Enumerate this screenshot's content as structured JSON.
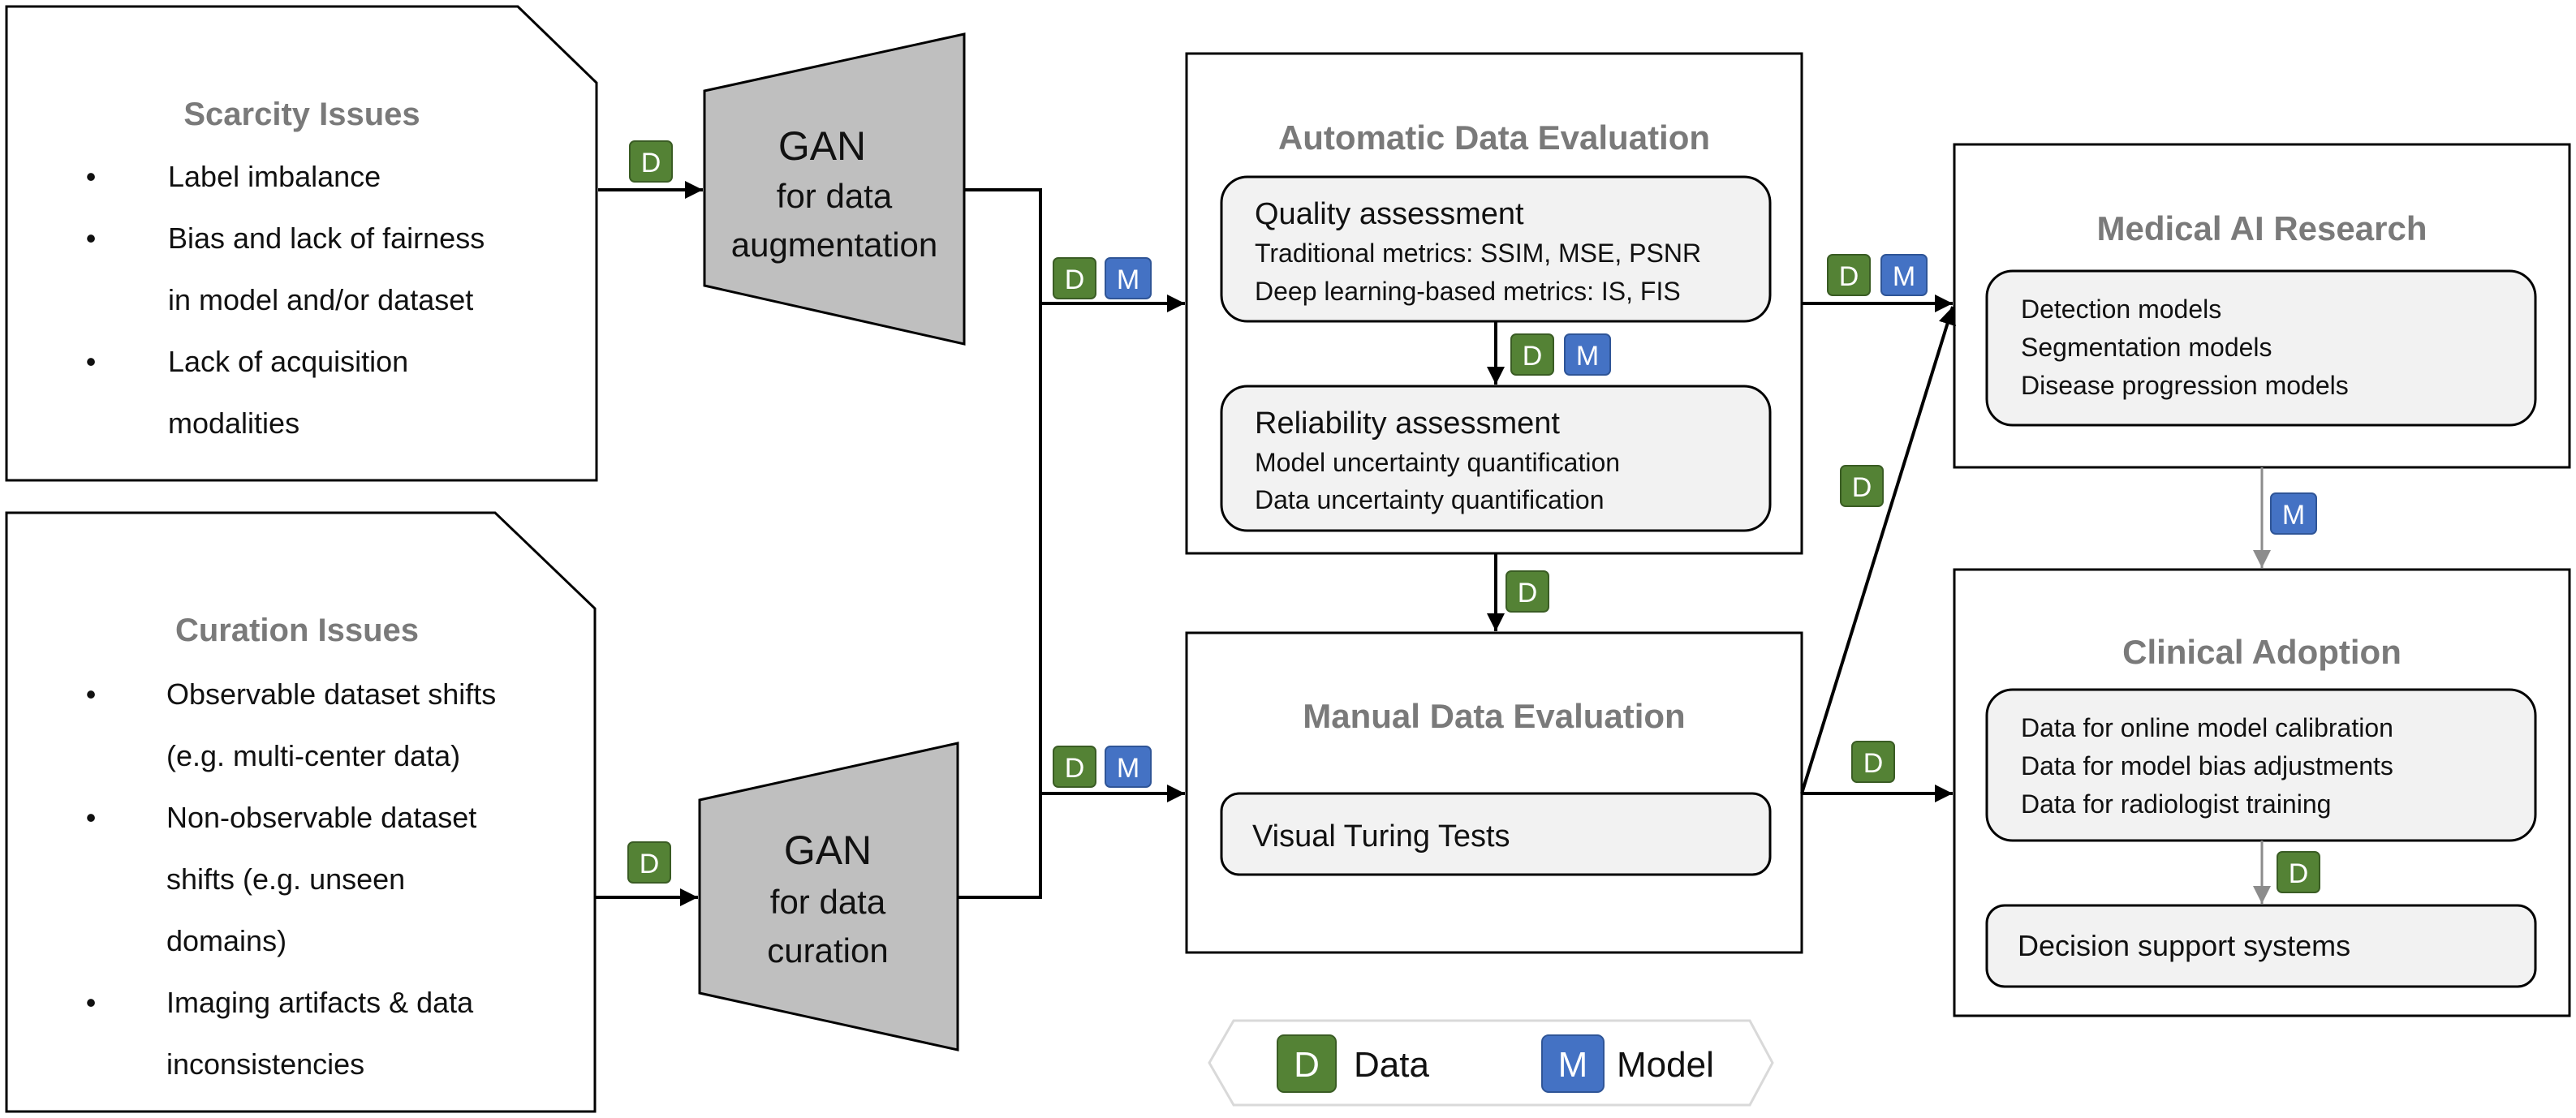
{
  "scarcity": {
    "title": "Scarcity Issues",
    "bullet": "•",
    "items": [
      "Label imbalance",
      "Bias and lack of fairness",
      "in model and/or dataset",
      "Lack of acquisition",
      "modalities"
    ]
  },
  "curation": {
    "title": "Curation Issues",
    "bullet": "•",
    "items": [
      "Observable dataset shifts",
      "(e.g. multi-center data)",
      "Non-observable dataset",
      "shifts (e.g. unseen",
      "domains)",
      "Imaging artifacts & data",
      "inconsistencies"
    ]
  },
  "gan_augmentation": {
    "line1": "GAN",
    "line2": "for data",
    "line3": "augmentation"
  },
  "gan_curation": {
    "line1": "GAN",
    "line2": "for data",
    "line3": "curation"
  },
  "auto_eval": {
    "title": "Automatic Data Evaluation",
    "quality": {
      "heading": "Quality assessment",
      "line1": "Traditional metrics: SSIM, MSE, PSNR",
      "line2": "Deep learning-based metrics: IS, FIS"
    },
    "reliability": {
      "heading": "Reliability assessment",
      "line1": "Model uncertainty quantification",
      "line2": "Data uncertainty quantification"
    }
  },
  "manual_eval": {
    "title": "Manual Data Evaluation",
    "item": "Visual Turing Tests"
  },
  "research": {
    "title": "Medical AI Research",
    "items": [
      "Detection models",
      "Segmentation models",
      "Disease progression models"
    ]
  },
  "clinical": {
    "title": "Clinical Adoption",
    "items": [
      "Data for online model calibration",
      "Data for model bias adjustments",
      "Data for radiologist training"
    ],
    "decision": "Decision support systems"
  },
  "badges": {
    "data_letter": "D",
    "model_letter": "M"
  },
  "legend": {
    "data_label": "Data",
    "model_label": "Model"
  },
  "colors": {
    "data_badge": "#548235",
    "model_badge": "#4472c4",
    "title_gray": "#7a7a7a",
    "inner_box_fill": "#f2f2f2",
    "gan_fill": "#bfbfbf"
  }
}
